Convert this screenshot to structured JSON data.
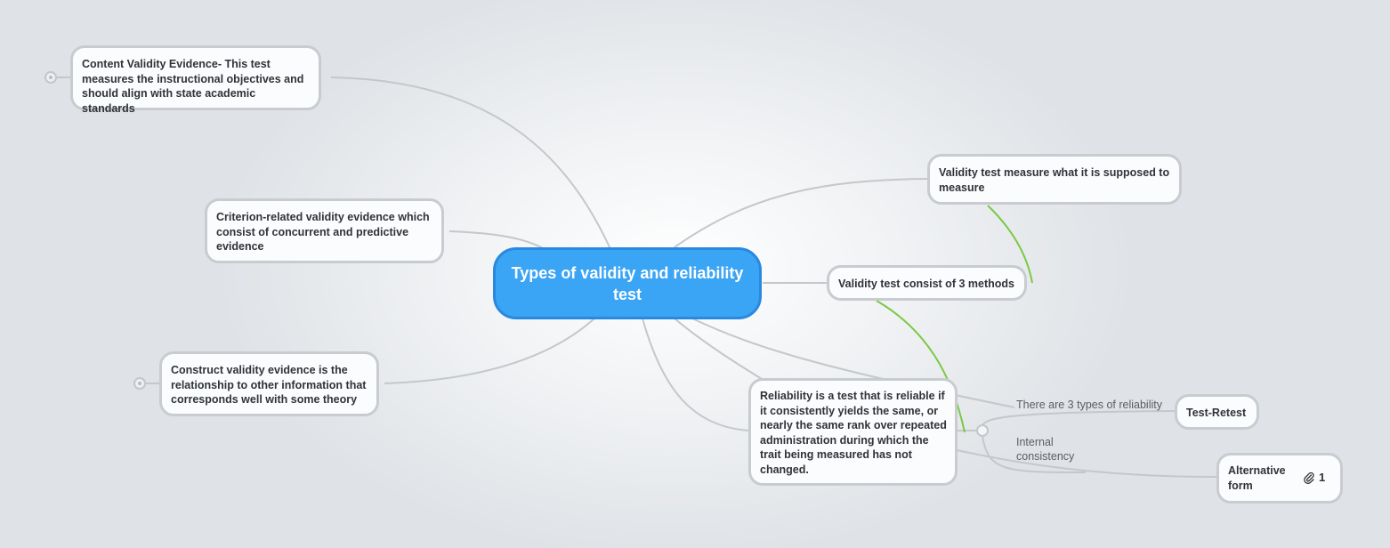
{
  "central": {
    "title": "Types of validity and reliability test"
  },
  "nodes": {
    "content_validity": "Content Validity Evidence- This test measures the instructional objectives and should align with state academic standards",
    "criterion_validity": "Criterion-related validity evidence which consist of concurrent and predictive evidence",
    "construct_validity": "Construct validity evidence is the relationship to other information that corresponds well with some theory",
    "validity_definition": "Validity test measure what it is supposed to measure",
    "validity_methods": "Validity test consist of 3 methods",
    "reliability_definition": "Reliability is a test that is reliable if it consistently yields the same, or nearly the same rank over repeated administration during which the trait being measured has not changed.",
    "test_retest": "Test-Retest",
    "alternative_form": "Alternative form",
    "alternative_form_attachments": "1"
  },
  "labels": {
    "three_types": "There are 3 types of reliability",
    "internal_consistency": "Internal consistency"
  },
  "colors": {
    "central_fill": "#3aa4f5",
    "central_border": "#2a88de",
    "link_gray": "#c4c7cb",
    "relation_green": "#7ac943"
  },
  "icons": {
    "attachment": "paperclip-icon",
    "collapse": "collapse-toggle-icon"
  }
}
